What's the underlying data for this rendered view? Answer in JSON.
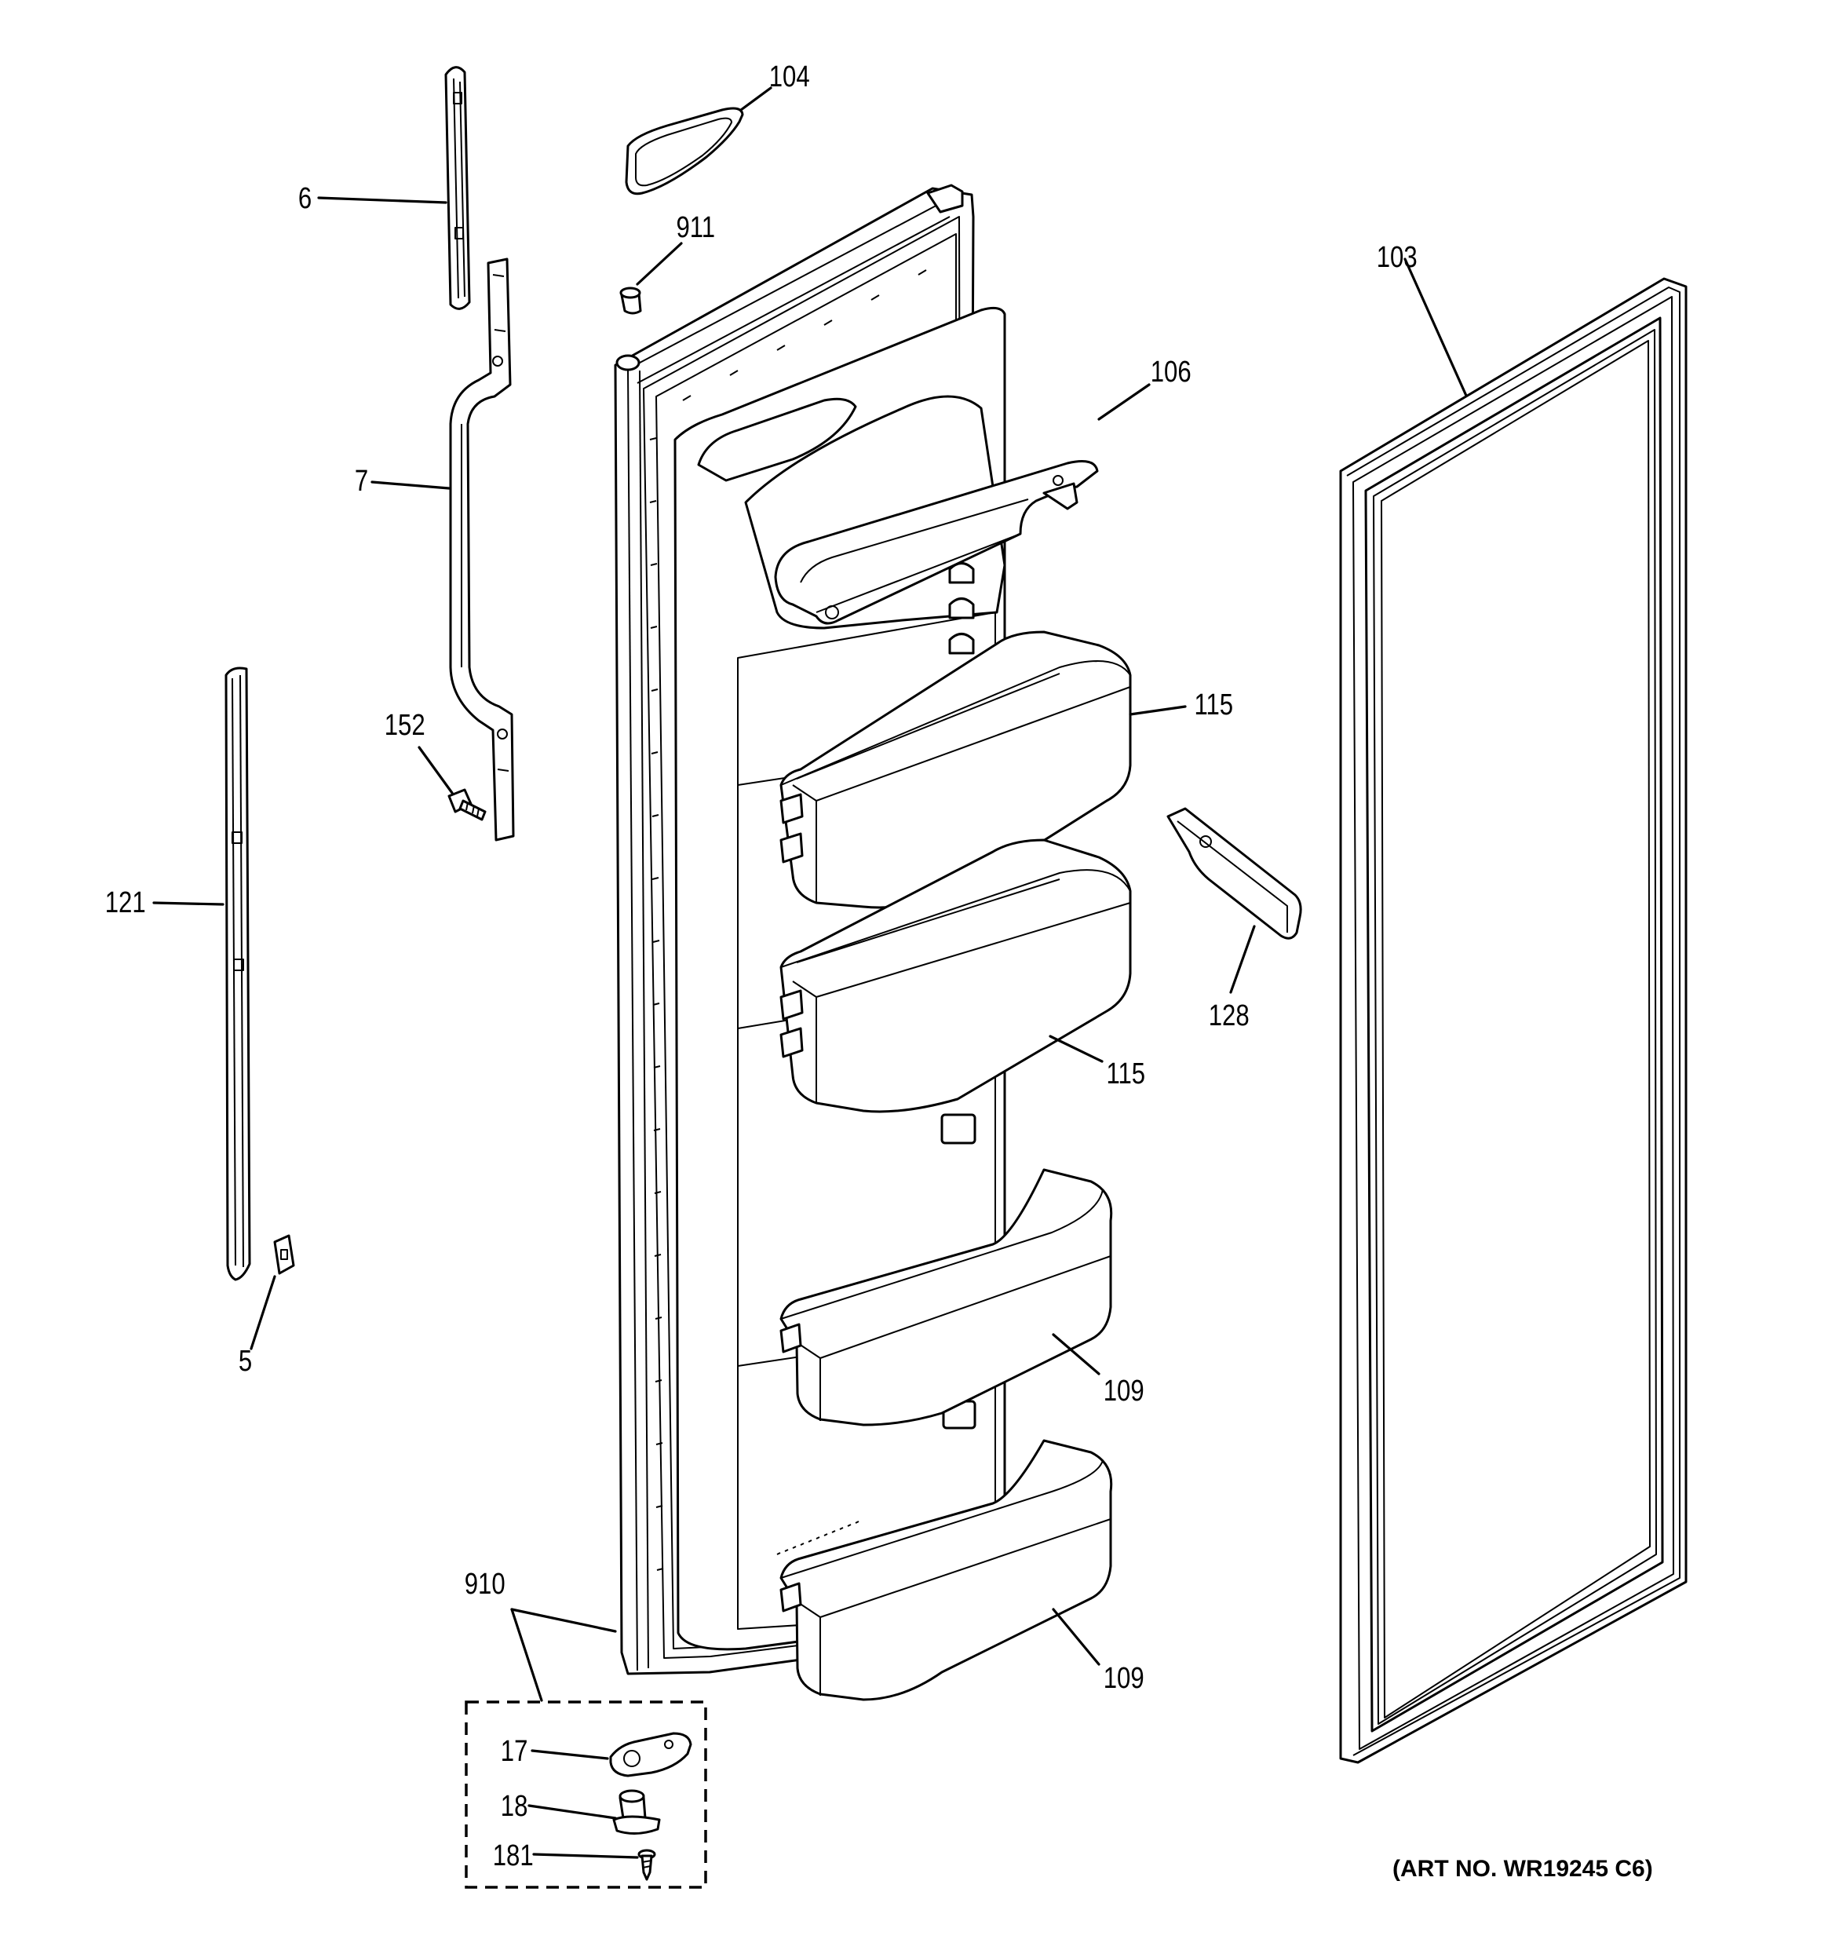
{
  "callouts": {
    "p6": "6",
    "p7": "7",
    "p152": "152",
    "p121": "121",
    "p5": "5",
    "p104": "104",
    "p911": "911",
    "p106": "106",
    "p115a": "115",
    "p115b": "115",
    "p109a": "109",
    "p109b": "109",
    "p103": "103",
    "p128": "128",
    "p910": "910",
    "p17": "17",
    "p18": "18",
    "p181": "181"
  },
  "art_number": "(ART NO. WR19245 C6)"
}
